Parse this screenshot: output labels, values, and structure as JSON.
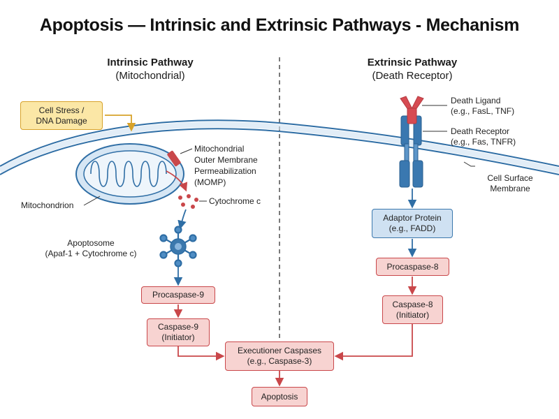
{
  "title": "Apoptosis — Intrinsic and Extrinsic Pathways - Mechanism",
  "intrinsic": {
    "heading": "Intrinsic Pathway",
    "subheading": "(Mitochondrial)",
    "cell_stress": [
      "Cell Stress /",
      "DNA Damage"
    ],
    "momp_label": [
      "Mitochondrial",
      "Outer Membrane",
      "Permeabilization",
      "(MOMP)"
    ],
    "mitochondrion_label": "Mitochondrion",
    "cytochrome_label": "Cytochrome c",
    "apoptosome_label": [
      "Apoptosome",
      "(Apaf-1 + Cytochrome c)"
    ],
    "procaspase": "Procaspase-9",
    "caspase": [
      "Caspase-9",
      "(Initiator)"
    ]
  },
  "extrinsic": {
    "heading": "Extrinsic Pathway",
    "subheading": "(Death Receptor)",
    "ligand_label": [
      "Death Ligand",
      "(e.g., FasL, TNF)"
    ],
    "receptor_label": [
      "Death Receptor",
      "(e.g., Fas, TNFR)"
    ],
    "membrane_label": [
      "Cell Surface",
      "Membrane"
    ],
    "adaptor": [
      "Adaptor Protein",
      "(e.g., FADD)"
    ],
    "procaspase": "Procaspase-8",
    "caspase": [
      "Caspase-8",
      "(Initiator)"
    ]
  },
  "executioner": [
    "Executioner Caspases",
    "(e.g., Caspase-3)"
  ],
  "outcome": "Apoptosis",
  "colors": {
    "red_fill": "#f7d3d1",
    "red_stroke": "#c9474a",
    "blue_fill": "#cfe1f2",
    "blue_stroke": "#3b78ad",
    "yellow_fill": "#fbe7a6",
    "yellow_stroke": "#d7a22a",
    "membrane": "#2f6ea5",
    "receptor": "#3a78b0",
    "ligand": "#d64b52"
  }
}
